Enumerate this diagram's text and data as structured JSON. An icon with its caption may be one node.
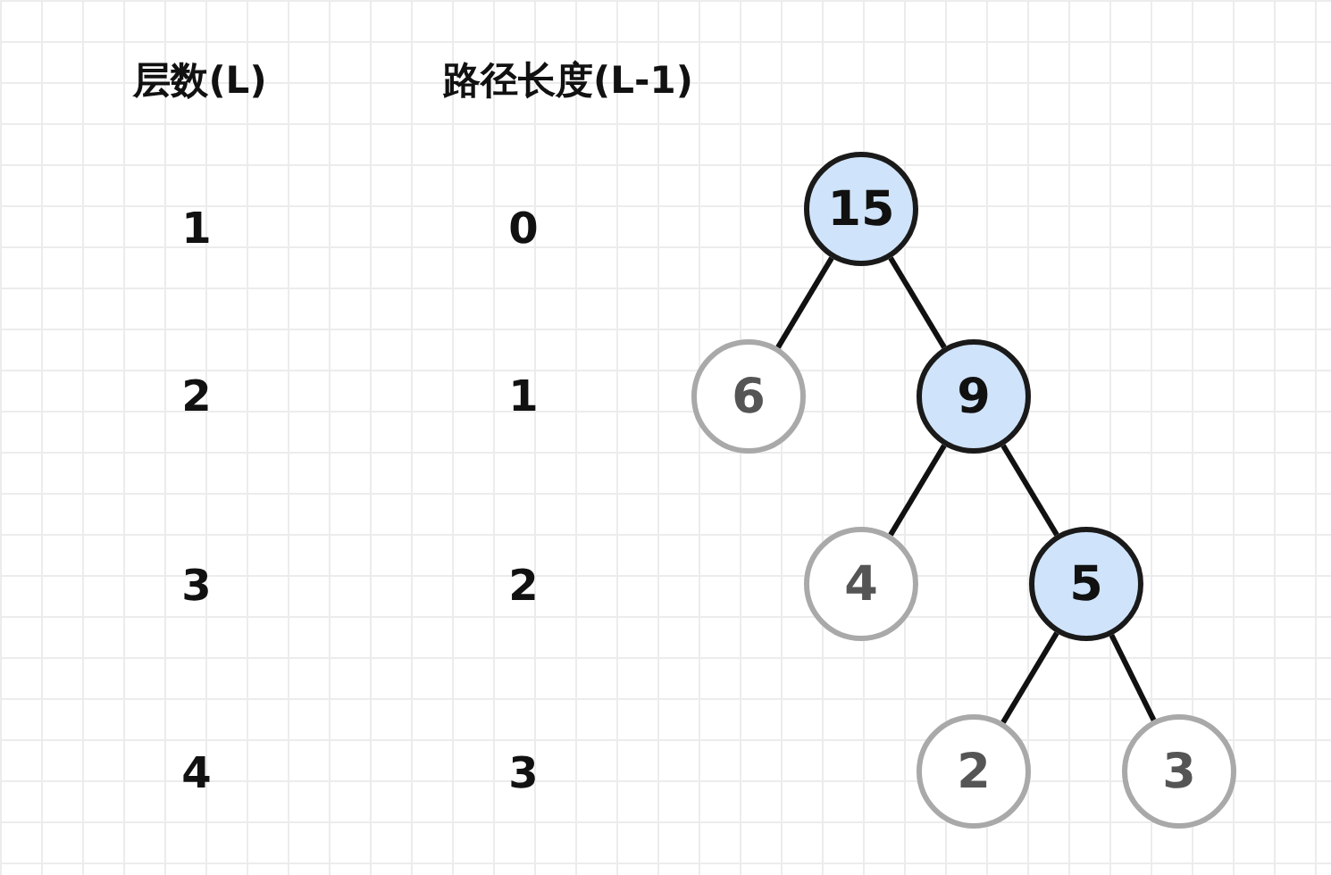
{
  "diagram": {
    "nodes": [
      {
        "text": [
          "15"
        ]
      },
      {
        "text": [
          "6"
        ]
      },
      {
        "text": [
          "9"
        ]
      },
      {
        "text": [
          "4"
        ]
      },
      {
        "text": [
          "5"
        ]
      },
      {
        "text": [
          "2"
        ]
      },
      {
        "text": [
          "3"
        ]
      }
    ],
    "edges": [
      {
        "from": 0,
        "to": 1,
        "arrow": "none"
      },
      {
        "from": 0,
        "to": 2,
        "arrow": "none"
      },
      {
        "from": 2,
        "to": 3,
        "arrow": "none"
      },
      {
        "from": 2,
        "to": 4,
        "arrow": "none"
      },
      {
        "from": 4,
        "to": 5,
        "arrow": "none"
      },
      {
        "from": 4,
        "to": 6,
        "arrow": "none"
      }
    ],
    "labels": [
      "层数(L)",
      "路径长度(L-1)",
      "1",
      "0",
      "2",
      "1",
      "3",
      "2",
      "4",
      "3"
    ]
  }
}
